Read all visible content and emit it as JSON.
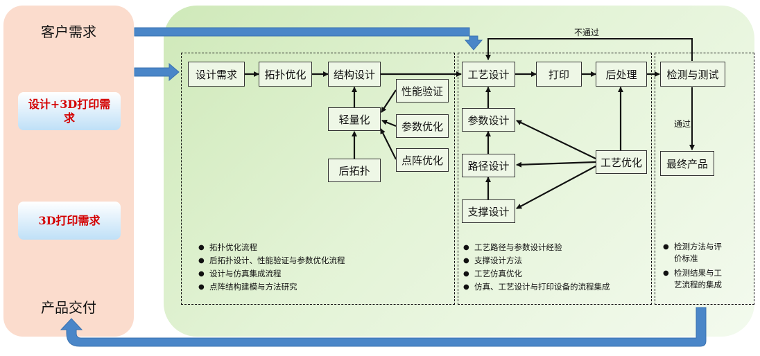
{
  "left_panel": {
    "customer_demand": "客户需求",
    "design_3d_demand": "设计+3D打印需求",
    "print_demand": "3D打印需求",
    "product_delivery": "产品交付"
  },
  "section1": {
    "boxes": {
      "design_demand": "设计需求",
      "topology_opt": "拓扑优化",
      "structure_design": "结构设计",
      "lightweight": "轻量化",
      "post_topology": "后拓扑",
      "performance_verify": "性能验证",
      "param_opt": "参数优化",
      "lattice_opt": "点阵优化"
    },
    "bullets": [
      "拓扑优化流程",
      "后拓扑设计、性能验证与参数优化流程",
      "设计与仿真集成流程",
      "点阵结构建模与方法研究"
    ]
  },
  "section2": {
    "boxes": {
      "process_design": "工艺设计",
      "print": "打印",
      "post_process": "后处理",
      "param_design": "参数设计",
      "path_design": "路径设计",
      "support_design": "支撑设计",
      "process_opt": "工艺优化"
    },
    "bullets": [
      "工艺路径与参数设计经验",
      "支撑设计方法",
      "工艺仿真优化",
      "仿真、工艺设计与打印设备的流程集成"
    ]
  },
  "section3": {
    "boxes": {
      "inspection": "检测与测试",
      "final_product": "最终产品"
    },
    "labels": {
      "fail": "不通过",
      "pass": "通过"
    },
    "bullets": [
      "检测方法与评价标准",
      "检测结果与工艺流程的集成"
    ]
  },
  "colors": {
    "flow_arrow": "#4a86c8",
    "left_panel": "#fbdccd",
    "green_panel": "#d7edc4",
    "red_text": "#d40000"
  }
}
